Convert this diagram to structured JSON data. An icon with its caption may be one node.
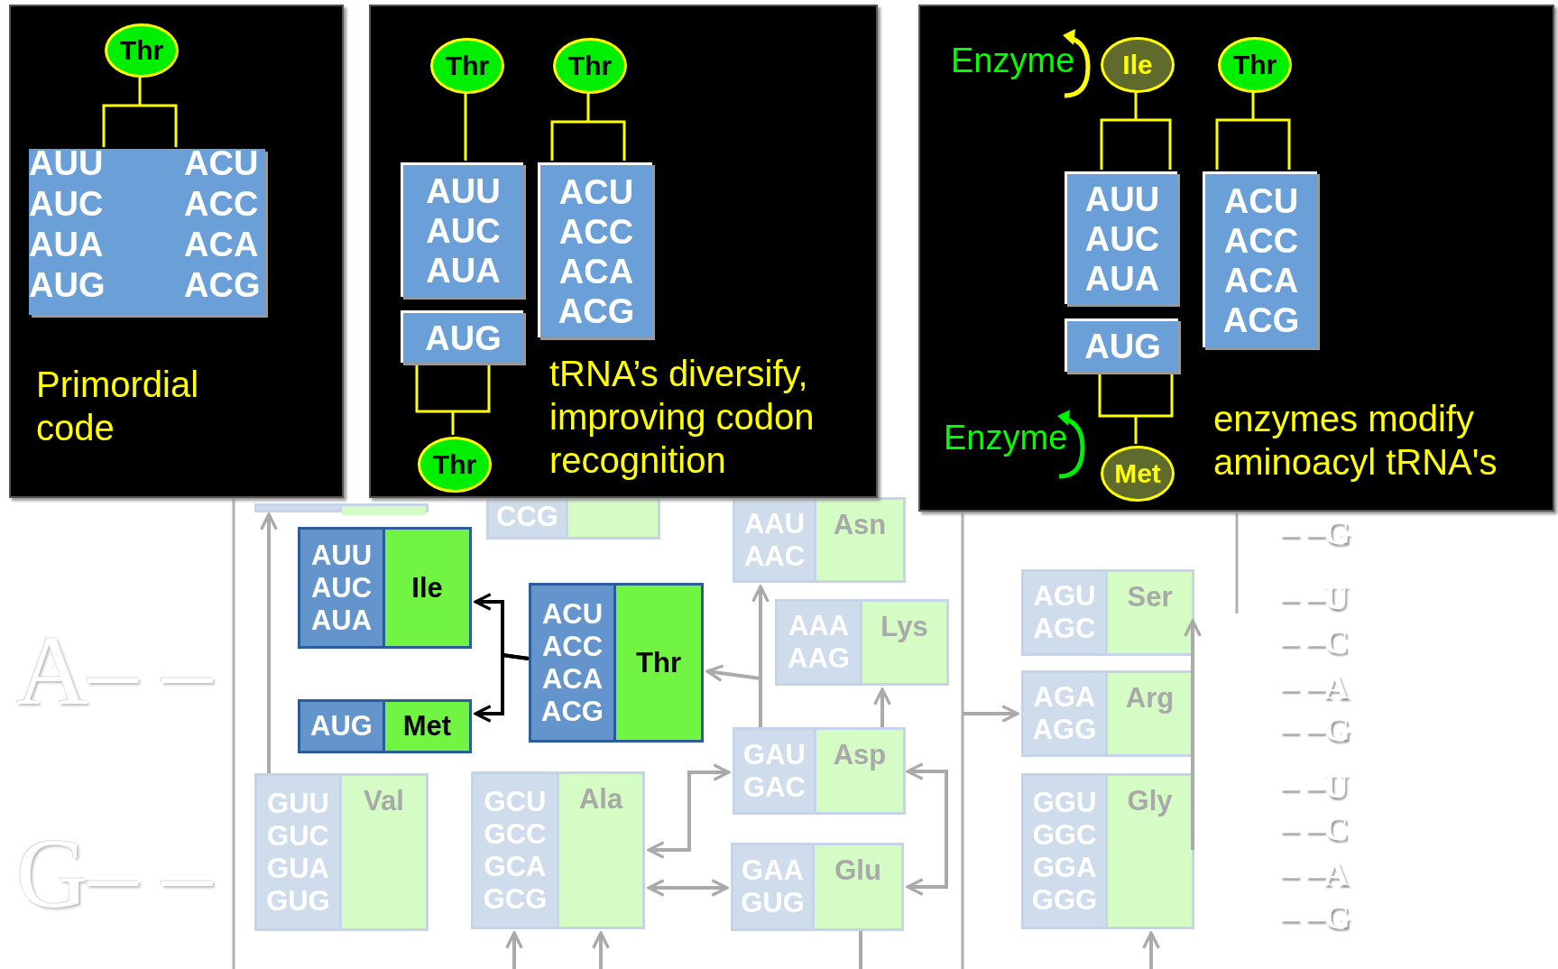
{
  "diagram": {
    "nodes": [
      {
        "text": [
          "Primordial code"
        ]
      },
      {
        "text": [
          "Thr"
        ],
        "in": 0
      },
      {
        "text": [
          "AUU AUC AUA AUG",
          "ACU ACC ACA ACG"
        ],
        "in": 0
      },
      {
        "text": [
          "tRNA’s diversify, improving codon recognition"
        ]
      },
      {
        "text": [
          "Thr"
        ],
        "in": 3
      },
      {
        "text": [
          "Thr"
        ],
        "in": 3
      },
      {
        "text": [
          "AUU AUC AUA"
        ],
        "in": 3
      },
      {
        "text": [
          "ACU ACC ACA ACG"
        ],
        "in": 3
      },
      {
        "text": [
          "AUG"
        ],
        "in": 3
      },
      {
        "text": [
          "Thr"
        ],
        "in": 3
      },
      {
        "text": [
          "enzymes modify aminoacyl tRNA's"
        ]
      },
      {
        "text": [
          "Ile"
        ],
        "in": 10
      },
      {
        "text": [
          "Thr"
        ],
        "in": 10
      },
      {
        "text": [
          "AUU AUC AUA"
        ],
        "in": 10
      },
      {
        "text": [
          "ACU ACC ACA ACG"
        ],
        "in": 10
      },
      {
        "text": [
          "AUG"
        ],
        "in": 10
      },
      {
        "text": [
          "Met"
        ],
        "in": 10
      },
      {
        "text": [
          "CCG"
        ]
      },
      {
        "text": [
          "AAU AAC",
          "Asn"
        ]
      },
      {
        "text": [
          "AUU AUC AUA",
          "Ile"
        ]
      },
      {
        "text": [
          "AAA AAG",
          "Lys"
        ]
      },
      {
        "text": [
          "AGU AGC",
          "Ser"
        ]
      },
      {
        "text": [
          "ACU ACC ACA ACG",
          "Thr"
        ]
      },
      {
        "text": [
          "AGA AGG",
          "Arg"
        ]
      },
      {
        "text": [
          "AUG",
          "Met"
        ]
      },
      {
        "text": [
          "GAU GAC",
          "Asp"
        ]
      },
      {
        "text": [
          "GUU GUC GUA GUG",
          "Val"
        ]
      },
      {
        "text": [
          "GCU GCC GCA GCG",
          "Ala"
        ]
      },
      {
        "text": [
          "GAA GUG",
          "Glu"
        ]
      },
      {
        "text": [
          "GGU GGC GGA GGG",
          "Gly"
        ]
      },
      {
        "text": [],
        "shape": "box"
      }
    ],
    "edges": [
      {
        "from": 1,
        "to": 2,
        "arrow": "none",
        "color": "#ffff00"
      },
      {
        "from": 4,
        "to": 6,
        "arrow": "none",
        "color": "#ffff00"
      },
      {
        "from": 5,
        "to": 7,
        "arrow": "none",
        "color": "#ffff00"
      },
      {
        "from": 9,
        "to": 8,
        "arrow": "none",
        "color": "#ffff00"
      },
      {
        "from": 11,
        "to": 13,
        "arrow": "none",
        "color": "#ffff00"
      },
      {
        "from": 12,
        "to": 14,
        "arrow": "none",
        "color": "#ffff00"
      },
      {
        "from": 16,
        "to": 15,
        "arrow": "none",
        "color": "#ffff00"
      },
      {
        "from": 22,
        "to": 19,
        "arrow": "to",
        "color": "#000000"
      },
      {
        "from": 22,
        "to": 24,
        "arrow": "to",
        "color": "#000000"
      },
      {
        "from": 26,
        "to": 30,
        "arrow": "to"
      },
      {
        "from": 25,
        "to": 18,
        "arrow": "to"
      },
      {
        "from": 25,
        "to": 22,
        "arrow": "to"
      },
      {
        "from": 25,
        "to": 20,
        "arrow": "to"
      },
      {
        "from": 27,
        "to": 25,
        "arrow": "both"
      },
      {
        "from": 27,
        "to": 28,
        "arrow": "both"
      },
      {
        "from": 25,
        "to": 28,
        "arrow": "both"
      },
      {
        "from": null,
        "to": 27,
        "arrow": "to"
      },
      {
        "from": null,
        "to": 27,
        "arrow": "to"
      },
      {
        "from": 28,
        "to": null,
        "arrow": "none"
      },
      {
        "from": null,
        "to": 23,
        "arrow": "to"
      },
      {
        "from": 29,
        "to": 21,
        "arrow": "to"
      },
      {
        "from": null,
        "to": 29,
        "arrow": "to"
      }
    ],
    "labels": [
      "Enzyme",
      "Enzyme",
      "A– –",
      "G– –",
      "– –G",
      "– –U",
      "– –C",
      "– –A",
      "– –G",
      "– –U",
      "– –C",
      "– –A",
      "– –G"
    ]
  }
}
